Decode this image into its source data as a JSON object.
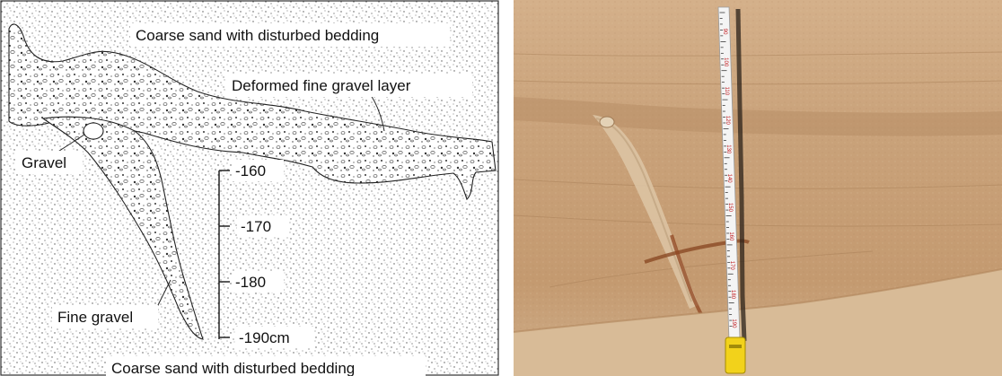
{
  "sketch": {
    "label_top_sand": "Coarse sand with disturbed bedding",
    "label_gravel_layer": "Deformed fine gravel layer",
    "label_gravel": "Gravel",
    "label_fine_gravel": "Fine gravel",
    "label_bottom_sand": "Coarse sand with disturbed bedding",
    "depth_ticks": [
      "-160",
      "-170",
      "-180",
      "-190cm"
    ]
  },
  "photo": {
    "tape_numbers": [
      "90",
      "100",
      "110",
      "120",
      "130",
      "140",
      "150",
      "160",
      "170",
      "180",
      "190"
    ]
  },
  "colors": {
    "sand_texture": "#555555",
    "sediment": "#c9a27a",
    "tape": "#f4f4f4",
    "tape_case": "#f2d21b"
  }
}
